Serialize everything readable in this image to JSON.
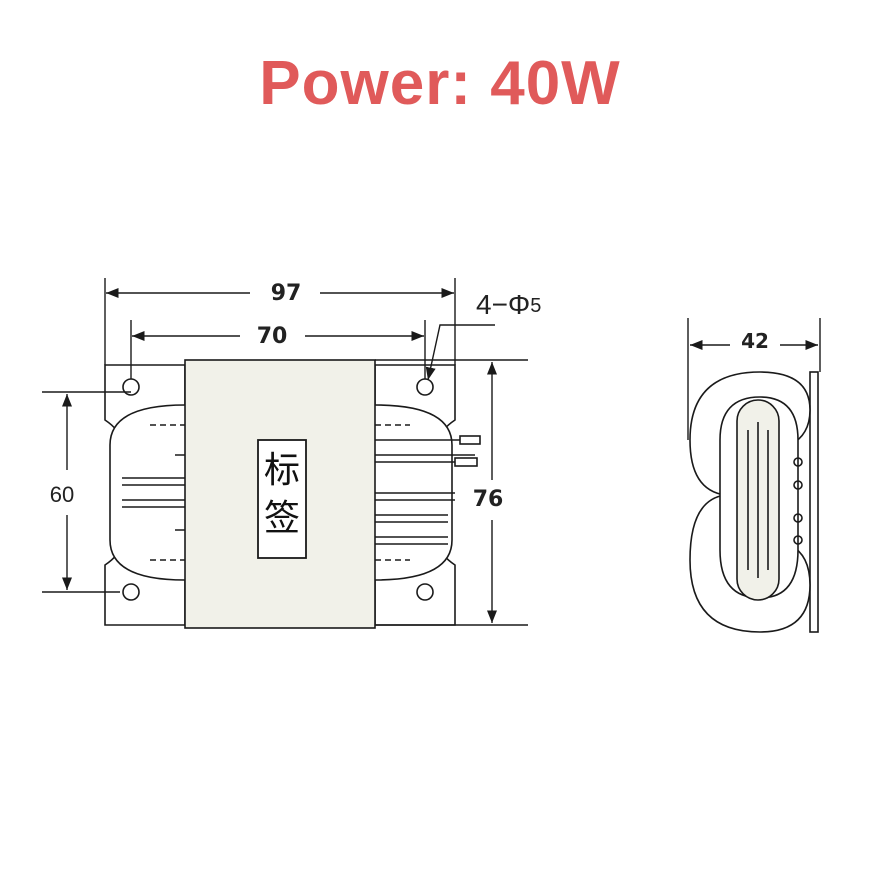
{
  "title": "Power: 40W",
  "title_color": "#e05a5a",
  "dimensions": {
    "width_overall": "97",
    "width_holes": "70",
    "hole_spec_prefix": "4−Φ",
    "hole_spec_size": "5",
    "height_holes": "60",
    "height_overall": "76",
    "depth": "42"
  },
  "label_text": "标签",
  "colors": {
    "line": "#1a1a1a",
    "fill_core": "#f1f1e9",
    "fill_coil": "#ffffff"
  }
}
